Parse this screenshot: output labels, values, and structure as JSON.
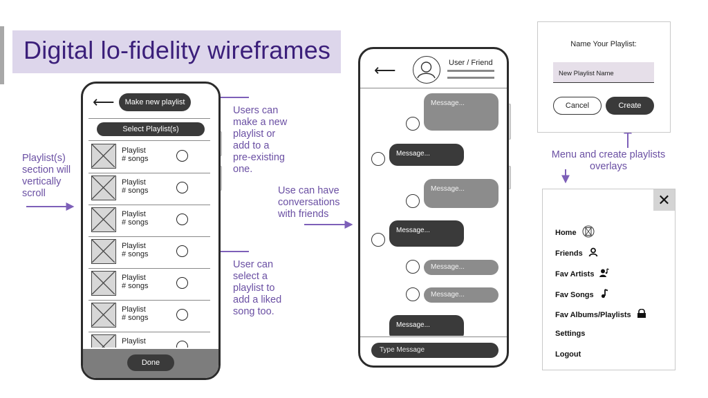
{
  "slide": {
    "title": "Digital lo-fidelity wireframes"
  },
  "annotations": {
    "scroll_note": [
      "Playlist(s)",
      "section will",
      "vertically",
      "scroll"
    ],
    "make_note": [
      "Users can",
      "make a new",
      "playlist or",
      "add to a",
      "pre-existing",
      "one."
    ],
    "select_note": [
      "User can",
      "select a",
      "playlist to",
      "add a liked",
      "song too."
    ],
    "convo_note": [
      "Use can have",
      "conversations",
      "with friends"
    ],
    "menu_note": [
      "Menu and create playlists",
      "overlays"
    ]
  },
  "playlist_screen": {
    "back_glyph": "⟵",
    "make_button": "Make new playlist",
    "select_header": "Select Playlist(s)",
    "rows": [
      {
        "title": "Playlist",
        "sub": "# songs"
      },
      {
        "title": "Playlist",
        "sub": "# songs"
      },
      {
        "title": "Playlist",
        "sub": "# songs"
      },
      {
        "title": "Playlist",
        "sub": "# songs"
      },
      {
        "title": "Playlist",
        "sub": "# songs"
      },
      {
        "title": "Playlist",
        "sub": "# songs"
      },
      {
        "title": "Playlist",
        "sub": ""
      }
    ],
    "done_button": "Done"
  },
  "chat_screen": {
    "back_glyph": "⟵",
    "contact_name": "User / Friend",
    "messages": [
      {
        "text": "Message...",
        "from": "friend"
      },
      {
        "text": "Message...",
        "from": "me"
      },
      {
        "text": "Message...",
        "from": "friend"
      },
      {
        "text": "Message...",
        "from": "me"
      },
      {
        "text": "Message...",
        "from": "friend"
      },
      {
        "text": "Message...",
        "from": "friend"
      },
      {
        "text": "Message...",
        "from": "me"
      }
    ],
    "input_placeholder": "Type Message"
  },
  "create_overlay": {
    "heading": "Name Your Playlist:",
    "input_value": "New Playlist Name",
    "cancel_button": "Cancel",
    "create_button": "Create"
  },
  "menu_overlay": {
    "close_glyph": "✕",
    "items": [
      {
        "label": "Home",
        "icon": "home-logo-icon"
      },
      {
        "label": "Friends",
        "icon": "person-icon"
      },
      {
        "label": "Fav Artists",
        "icon": "artist-icon"
      },
      {
        "label": "Fav Songs",
        "icon": "music-note-icon"
      },
      {
        "label": "Fav Albums/Playlists",
        "icon": "album-icon"
      },
      {
        "label": "Settings",
        "icon": ""
      },
      {
        "label": "Logout",
        "icon": ""
      }
    ]
  },
  "colors": {
    "accent_purple": "#6a4fa3",
    "title_band": "#ddd6eb",
    "dark_control": "#3a3a3a",
    "sent_bubble": "#8c8c8c"
  }
}
